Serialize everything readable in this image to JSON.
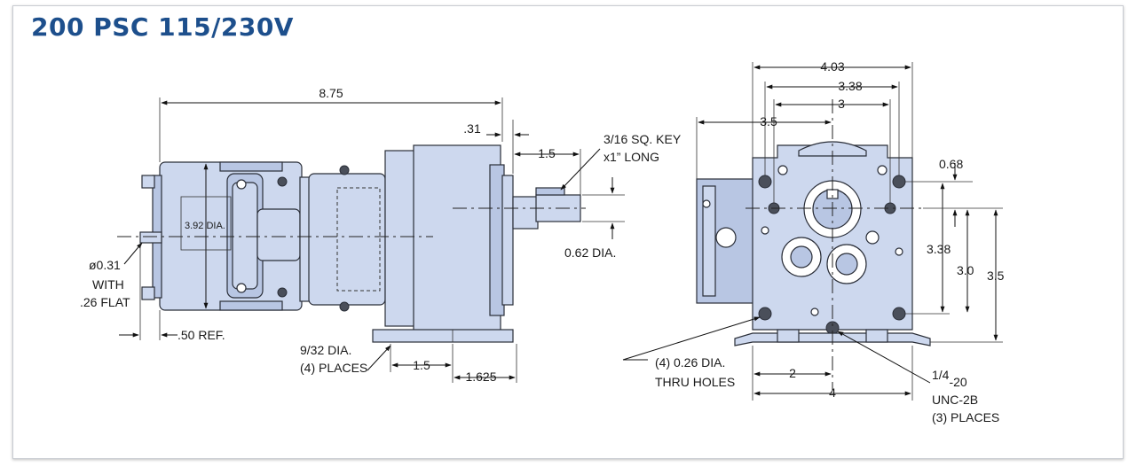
{
  "title": "200 PSC 115/230V",
  "side_view": {
    "overall_length": "8.75",
    "shaft_offset": ".31",
    "shaft_length": "1.5",
    "key_line1": "3/16 SQ. KEY",
    "key_line2": "x1” LONG",
    "motor_dia": "3.92 DIA.",
    "shaft_dia": "0.62 DIA.",
    "rear_shaft_line1": "ø0.31",
    "rear_shaft_line2": "WITH",
    "rear_shaft_line3": ".26 FLAT",
    "ref": ".50 REF.",
    "mount_holes_line1": "9/32 DIA.",
    "mount_holes_line2": "(4) PLACES",
    "foot_spacing": "1.5",
    "foot_end": "1.625"
  },
  "front_view": {
    "width_overall": "4.03",
    "width_mid": "3.38",
    "width_inner": "3",
    "side_offset": "3.5",
    "top_offset": "0.68",
    "height_mid": "3.38",
    "height_inner": "3.0",
    "height_overall": "3.5",
    "thru_holes_line1": "(4) 0.26 DIA.",
    "thru_holes_line2": "THRU HOLES",
    "base_half": "2",
    "base_full": "4",
    "tap_line1_frac": "1/4",
    "tap_line1_rest": "-20",
    "tap_line2": "UNC-2B",
    "tap_line3": "(3) PLACES"
  }
}
